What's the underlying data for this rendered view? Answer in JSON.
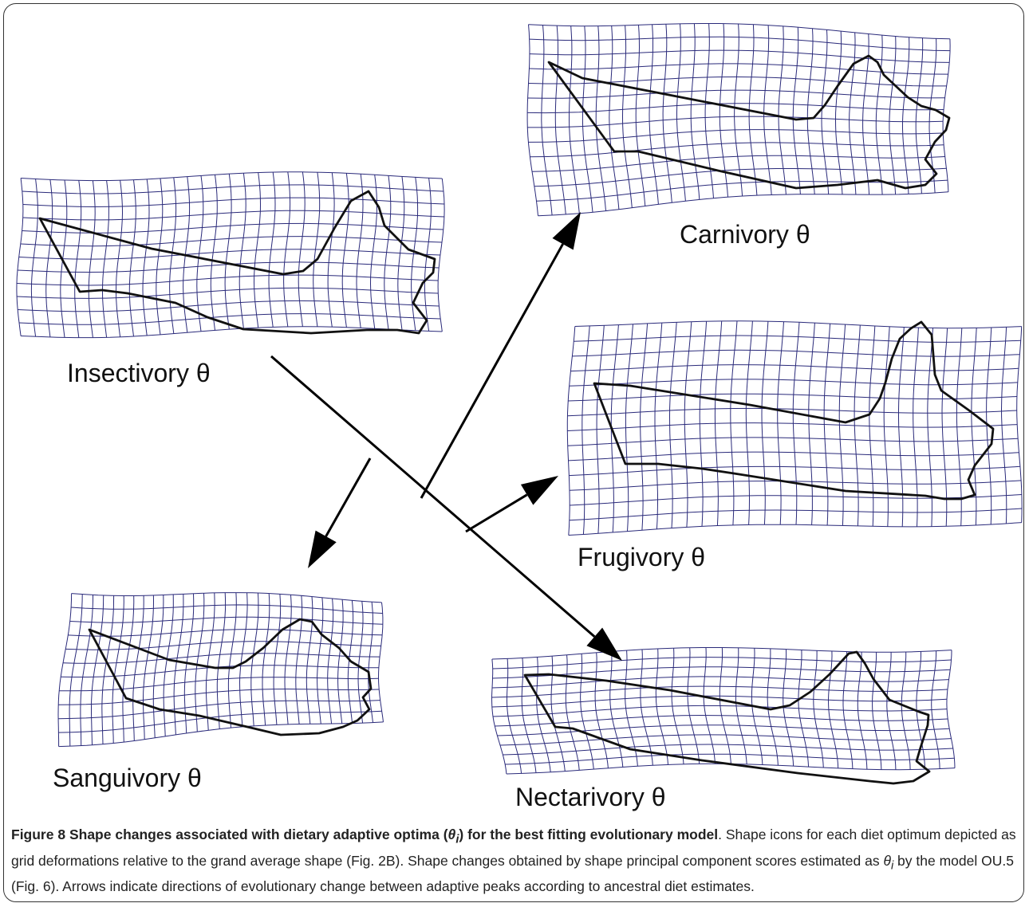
{
  "figure": {
    "panels": [
      {
        "id": "insectivory",
        "label": "Insectivory θ"
      },
      {
        "id": "carnivory",
        "label": "Carnivory θ"
      },
      {
        "id": "frugivory",
        "label": "Frugivory θ"
      },
      {
        "id": "sanguivory",
        "label": "Sanguivory θ"
      },
      {
        "id": "nectarivory",
        "label": "Nectarivory θ"
      }
    ],
    "colors": {
      "grid": "#2a2a7a",
      "outline": "#111111",
      "arrow": "#000000"
    }
  },
  "caption": {
    "number": "Figure 8",
    "title": "Shape changes associated with dietary adaptive optima (",
    "theta": "θ",
    "sub": "i",
    "title_end": ") for the best fitting evolutionary model",
    "text_a": ". Shape icons for each diet optimum depicted as grid deformations relative to the grand average shape (Fig. 2B). Shape changes obtained by shape principal component scores estimated as ",
    "text_b": " by the model OU.5 (Fig. 6). Arrows indicate directions of evolutionary change between adaptive peaks according to ancestral diet estimates."
  }
}
